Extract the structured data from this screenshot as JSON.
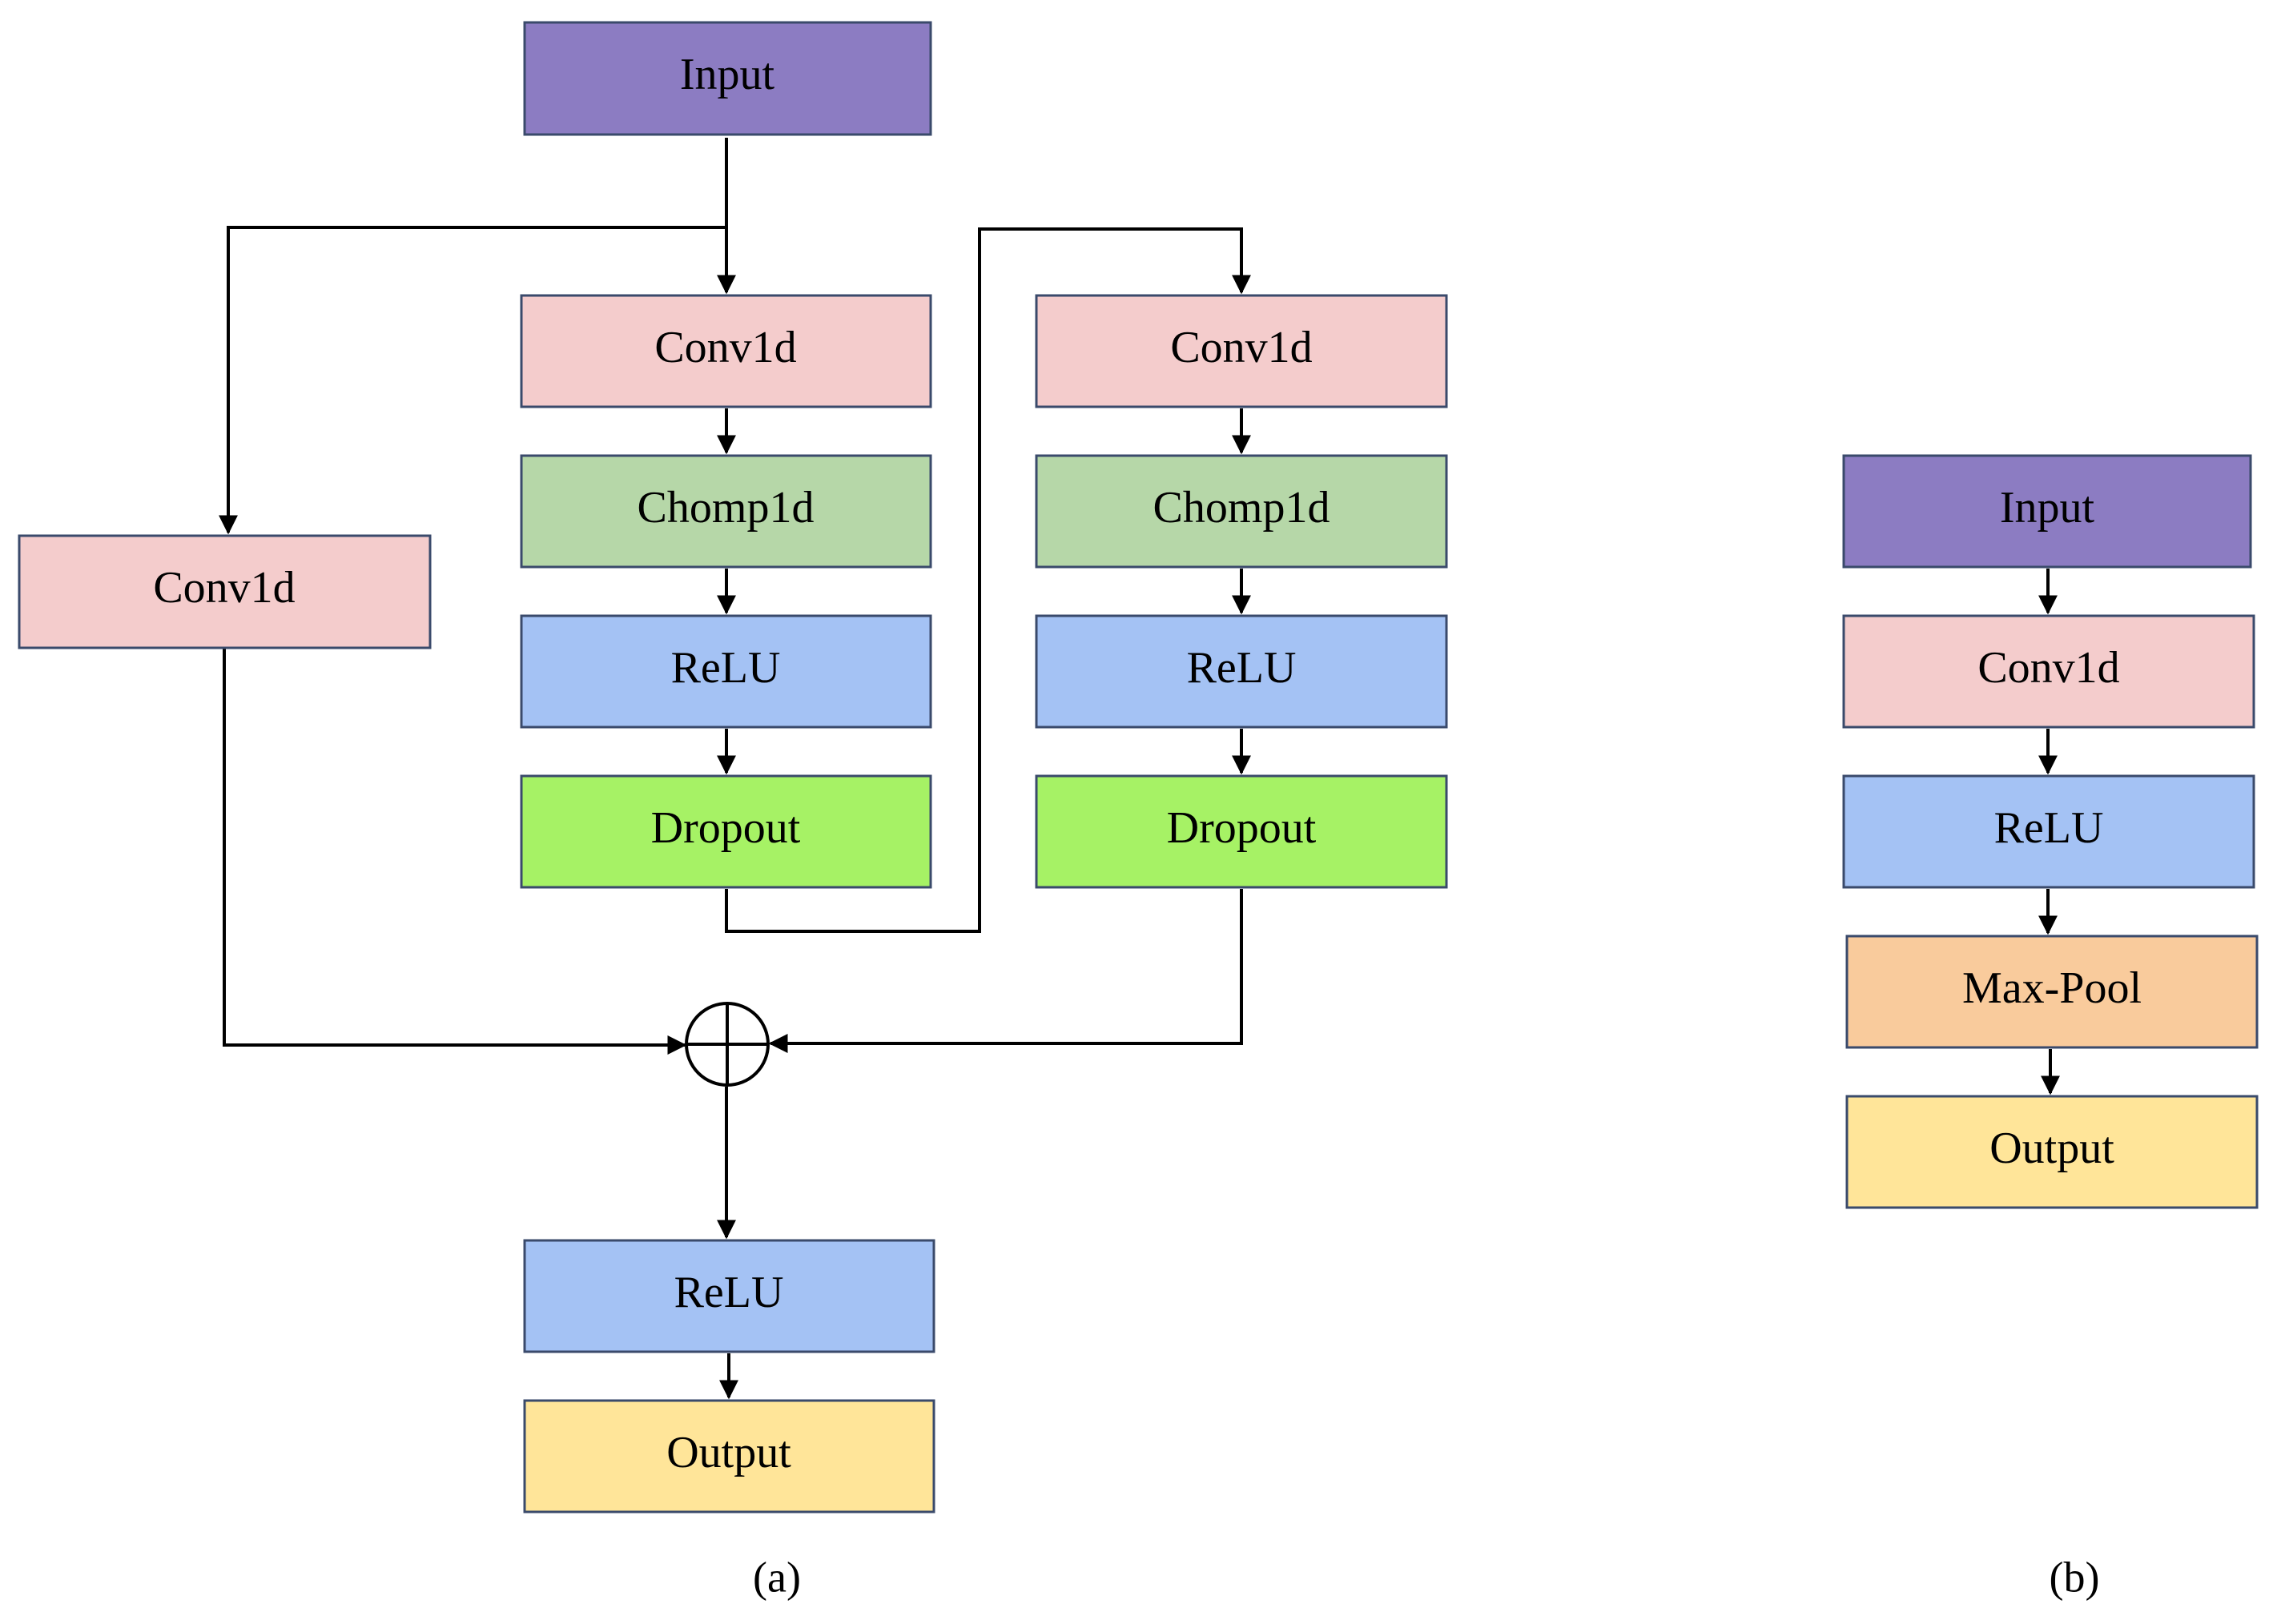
{
  "colors": {
    "input": "#8c7cc2",
    "conv1d": "#f4cccc",
    "chomp1d": "#b6d7a8",
    "relu": "#a4c2f4",
    "dropout": "#a6f265",
    "maxpool": "#f9cb9c",
    "output": "#ffe599"
  },
  "diagram_a": {
    "caption": "(a)",
    "nodes": {
      "input": "Input",
      "skip_conv1d": "Conv1d",
      "conv1d_1": "Conv1d",
      "chomp1d_1": "Chomp1d",
      "relu_1": "ReLU",
      "dropout_1": "Dropout",
      "conv1d_2": "Conv1d",
      "chomp1d_2": "Chomp1d",
      "relu_2": "ReLU",
      "dropout_2": "Dropout",
      "relu_out": "ReLU",
      "output": "Output"
    }
  },
  "diagram_b": {
    "caption": "(b)",
    "nodes": {
      "input": "Input",
      "conv1d": "Conv1d",
      "relu": "ReLU",
      "maxpool": "Max-Pool",
      "output": "Output"
    }
  }
}
